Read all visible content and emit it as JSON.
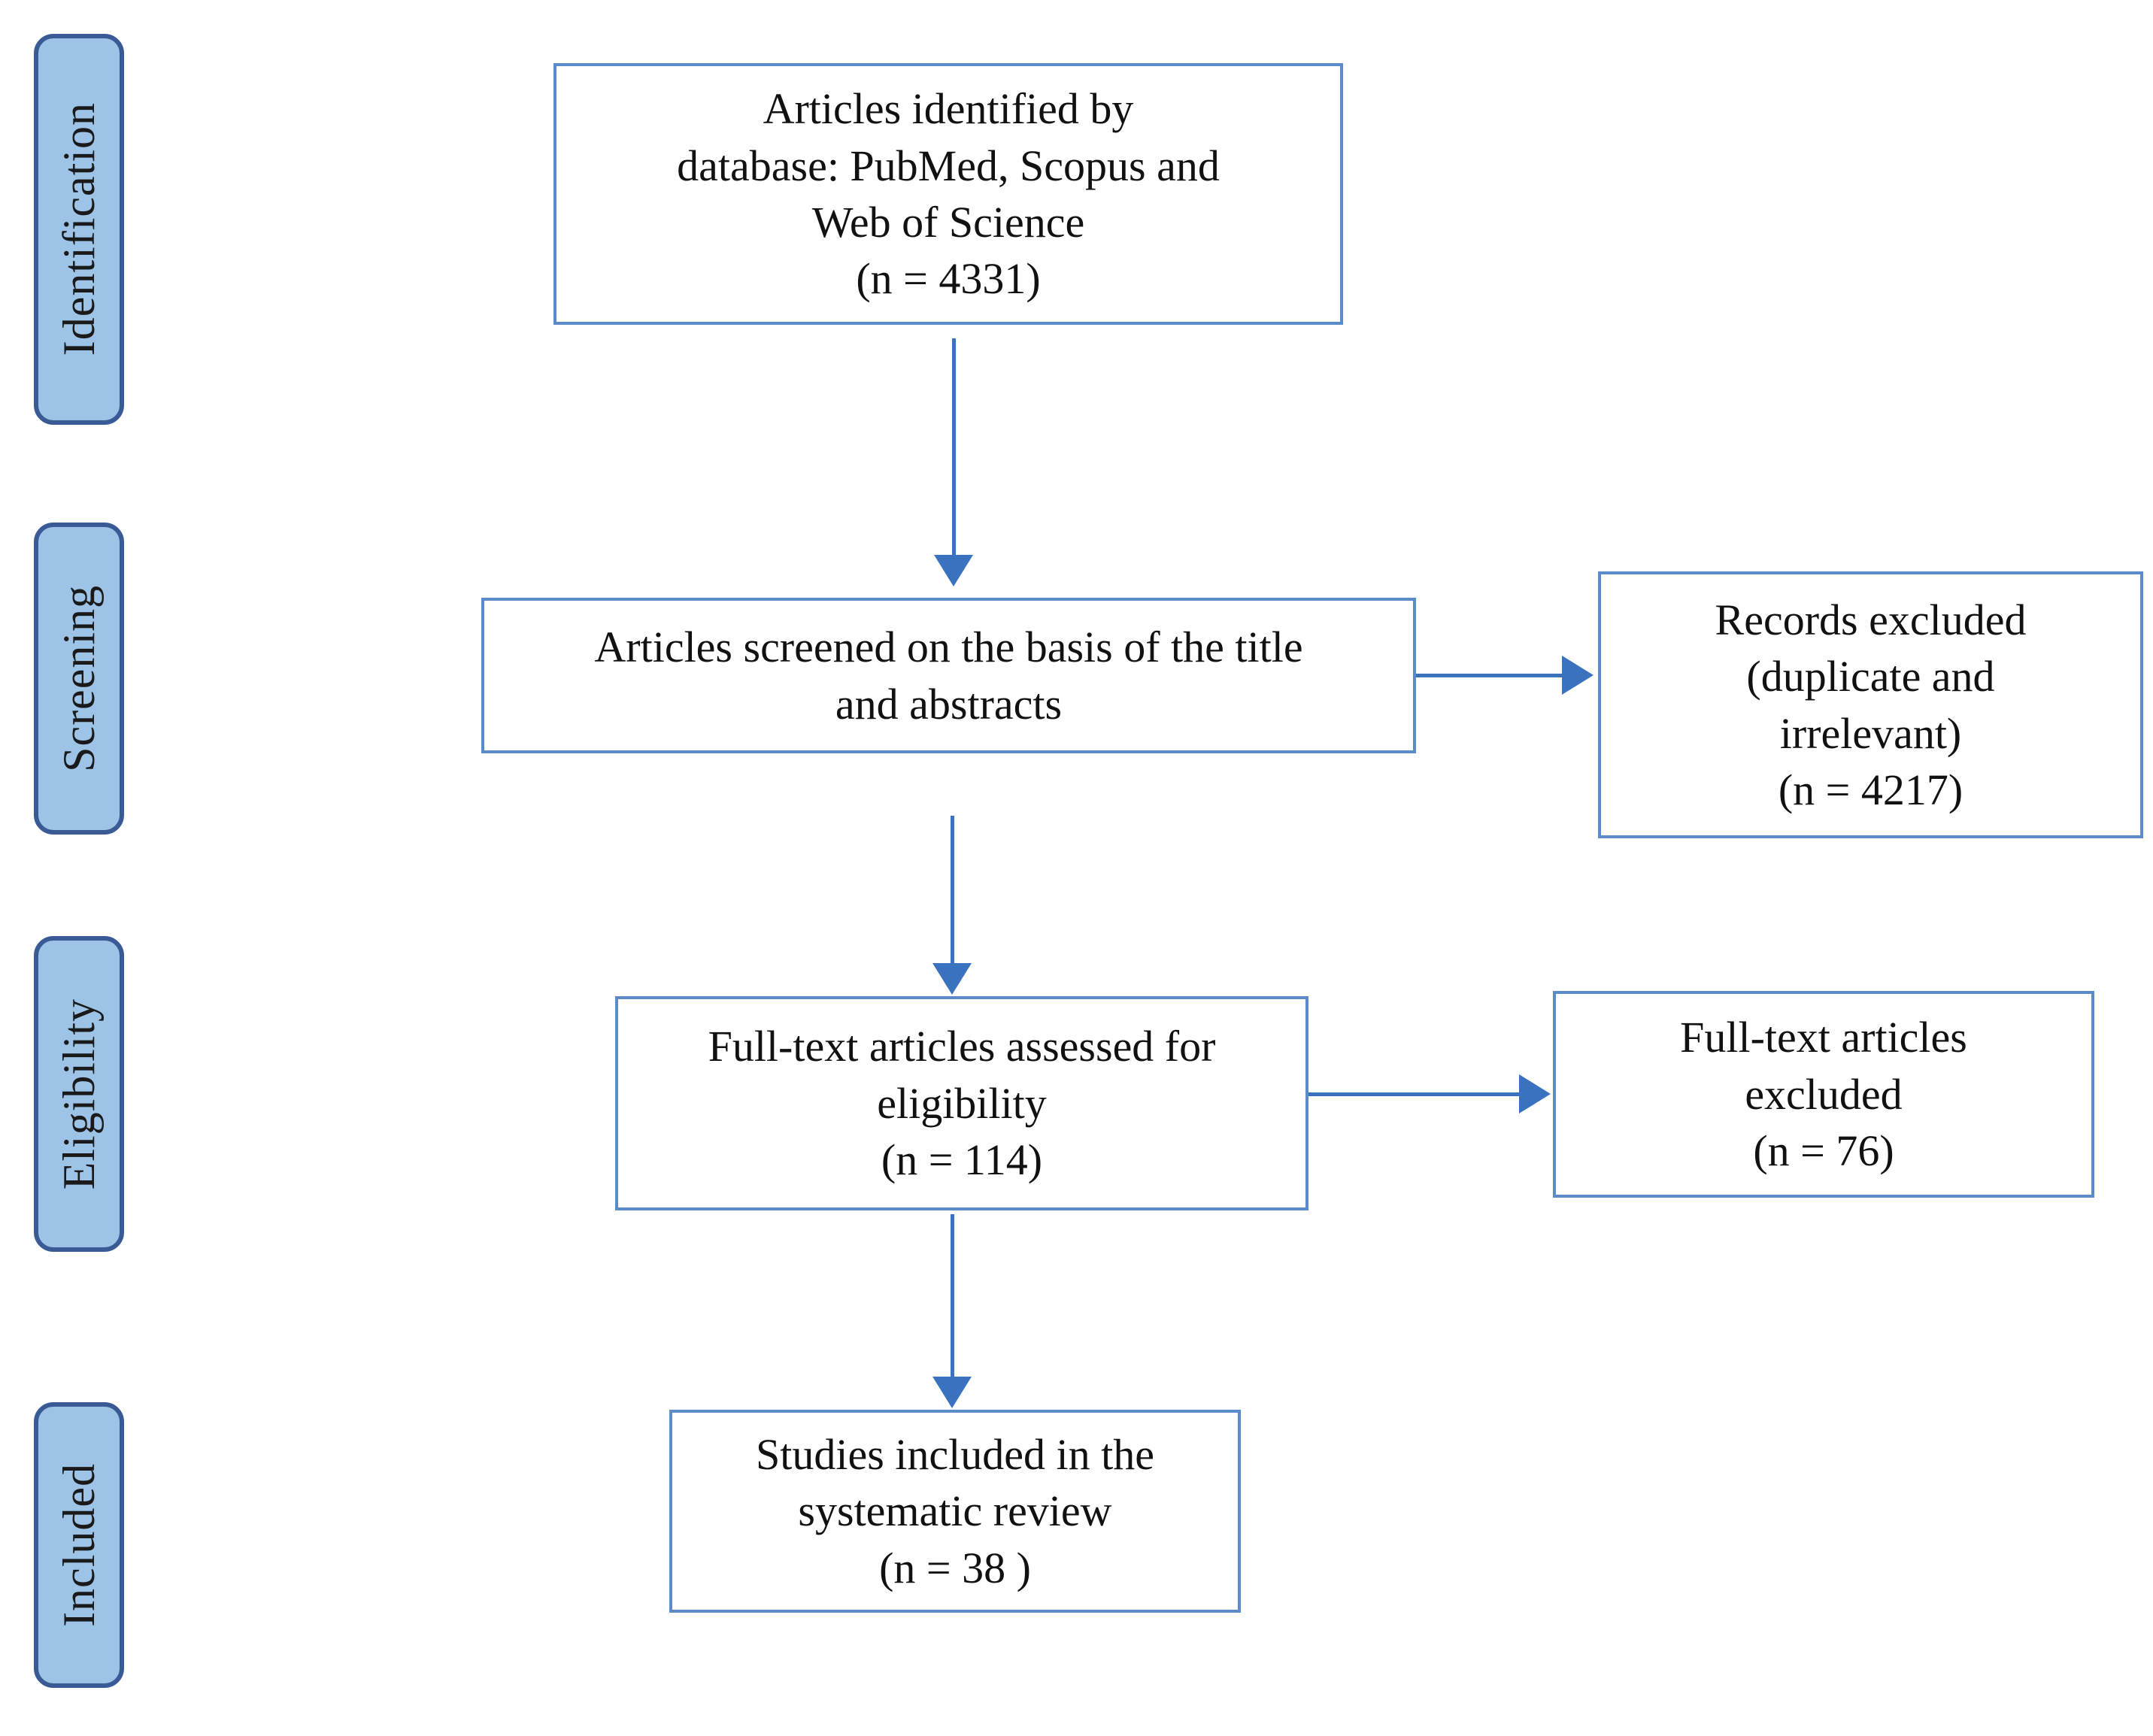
{
  "diagram": {
    "type": "prisma-flow-diagram",
    "accent_color": "#5B8BC9",
    "arrow_color": "#3A72C0",
    "stage_fill_color": "#9DC3E6",
    "stage_border_color": "#3A5A96"
  },
  "stages": [
    {
      "id": "identification",
      "label": "Identification"
    },
    {
      "id": "screening",
      "label": "Screening"
    },
    {
      "id": "eligibility",
      "label": "Eligibility"
    },
    {
      "id": "included",
      "label": "Included"
    }
  ],
  "boxes": {
    "identified": {
      "text": "Articles identified by\ndatabase: PubMed, Scopus and\nWeb of Science\n(n = 4331)",
      "n": 4331
    },
    "screened": {
      "text": "Articles screened on the basis of the title\nand abstracts",
      "n": null
    },
    "records_excluded": {
      "text": "Records excluded\n(duplicate and\nirrelevant)\n(n = 4217)",
      "n": 4217
    },
    "fulltext_assessed": {
      "text": "Full-text articles assessed for\neligibility\n(n = 114)",
      "n": 114
    },
    "fulltext_excluded": {
      "text": "Full-text articles\nexcluded\n(n = 76)",
      "n": 76
    },
    "included_studies": {
      "text": "Studies included in the\nsystematic review\n(n = 38 )",
      "n": 38
    }
  }
}
